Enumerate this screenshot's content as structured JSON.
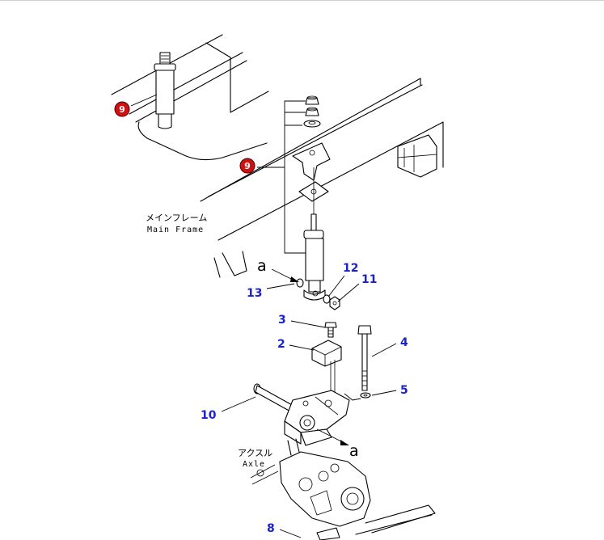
{
  "colors": {
    "callout_blue": "#1a22c8",
    "badge_red": "#cc1111",
    "line": "#000000",
    "background": "#ffffff"
  },
  "labels": {
    "main_frame_jp": "メインフレーム",
    "main_frame_en": "Main Frame",
    "axle_jp": "アクスル",
    "axle_en": "Axle",
    "ref_a_top": "a",
    "ref_a_bottom": "a"
  },
  "badges": [
    "9",
    "9"
  ],
  "callouts": [
    "13",
    "12",
    "11",
    "3",
    "2",
    "4",
    "5",
    "10",
    "8"
  ]
}
